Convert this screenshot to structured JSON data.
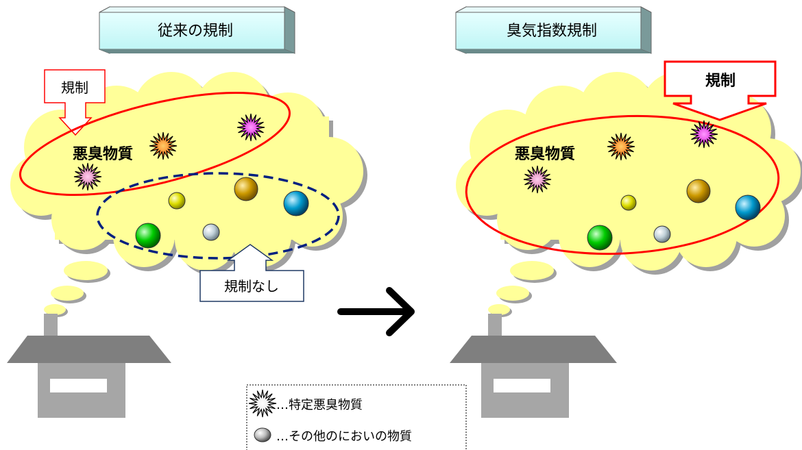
{
  "left_panel": {
    "header": "従来の規制",
    "regulated_callout": "規制",
    "cloud_label": "悪臭物質",
    "unregulated_callout": "規制なし"
  },
  "right_panel": {
    "header": "臭気指数規制",
    "regulated_callout": "規制",
    "cloud_label": "悪臭物質"
  },
  "legend": {
    "items": [
      {
        "icon": "starburst-icon",
        "label": "…特定悪臭物質"
      },
      {
        "icon": "sphere-icon",
        "label": "…その他のにおいの物質"
      }
    ]
  },
  "colors": {
    "header_fill": "#ccffff",
    "cloud_fill": "#ffff99",
    "regulated_outline": "#ff0000",
    "unregulated_outline": "#000080",
    "factory_gray": "#a6a6a6",
    "starburst_orange": "#ff6600",
    "starburst_magenta": "#cc00cc",
    "starburst_pink": "#cc6699",
    "sphere_yellow": "#cccc00",
    "sphere_gold": "#cc9900",
    "sphere_blue": "#0099cc",
    "sphere_green": "#00cc00",
    "sphere_silver": "#c0d0d8"
  }
}
